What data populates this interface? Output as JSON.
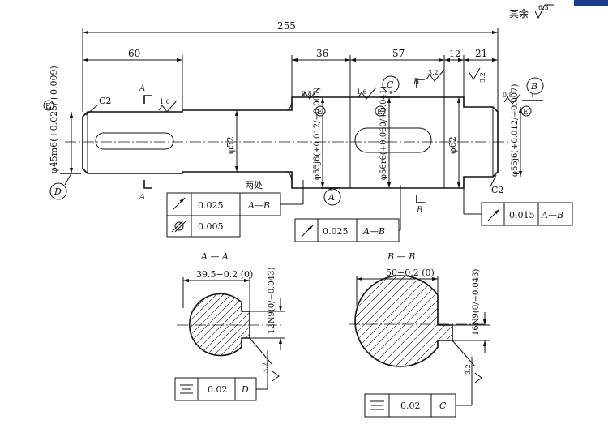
{
  "header": {
    "rest_label": "其余",
    "rest_roughness": "6.3"
  },
  "accent_color": "#1a3a8a",
  "dims": {
    "total_length": "255",
    "left_length": "60",
    "seg_36": "36",
    "seg_57": "57",
    "seg_12": "12",
    "seg_21": "21",
    "dia_52": "φ52",
    "dia_62": "φ62",
    "dia_45": "φ45m6(+0.025/+0.009)",
    "dia_55_left": "φ55j6(+0.012/−0.007)",
    "dia_56": "φ56r6(+0.060/+0.041)",
    "dia_55_right": "φ55j6(+0.012/−0.007)",
    "chamfer_left": "C2",
    "chamfer_right": "C2"
  },
  "roughness": {
    "r16a": "1.6",
    "r08a": "0.8",
    "r16b": "1.6",
    "r32a": "3.2",
    "r32b": "3.2",
    "r08b": "0.8",
    "r32c": "3.2",
    "r32d": "3.2"
  },
  "envelope": "E",
  "datums": {
    "A": "A",
    "B": "B",
    "C": "C",
    "D": "D"
  },
  "section_labels": {
    "a_top": "A",
    "a_bottom": "A",
    "b_top": "B",
    "b_bottom": "B"
  },
  "tolerance_frames": {
    "two_places": "两处",
    "runout_left_value": "0.025",
    "runout_left_datum": "A—B",
    "cyl_value": "0.005",
    "runout_mid_value": "0.025",
    "runout_mid_datum": "A—B",
    "runout_right_value": "0.015",
    "runout_right_datum": "A—B",
    "sym_left_value": "0.02",
    "sym_left_datum": "D",
    "sym_right_value": "0.02",
    "sym_right_datum": "C"
  },
  "sections": {
    "aa_title": "A — A",
    "aa_depth": "39.5−0.2 (0)",
    "aa_width": "12N9(0/−0.043)",
    "bb_title": "B — B",
    "bb_depth": "50−0.2 (0)",
    "bb_width": "16N9(0/−0.043)"
  }
}
